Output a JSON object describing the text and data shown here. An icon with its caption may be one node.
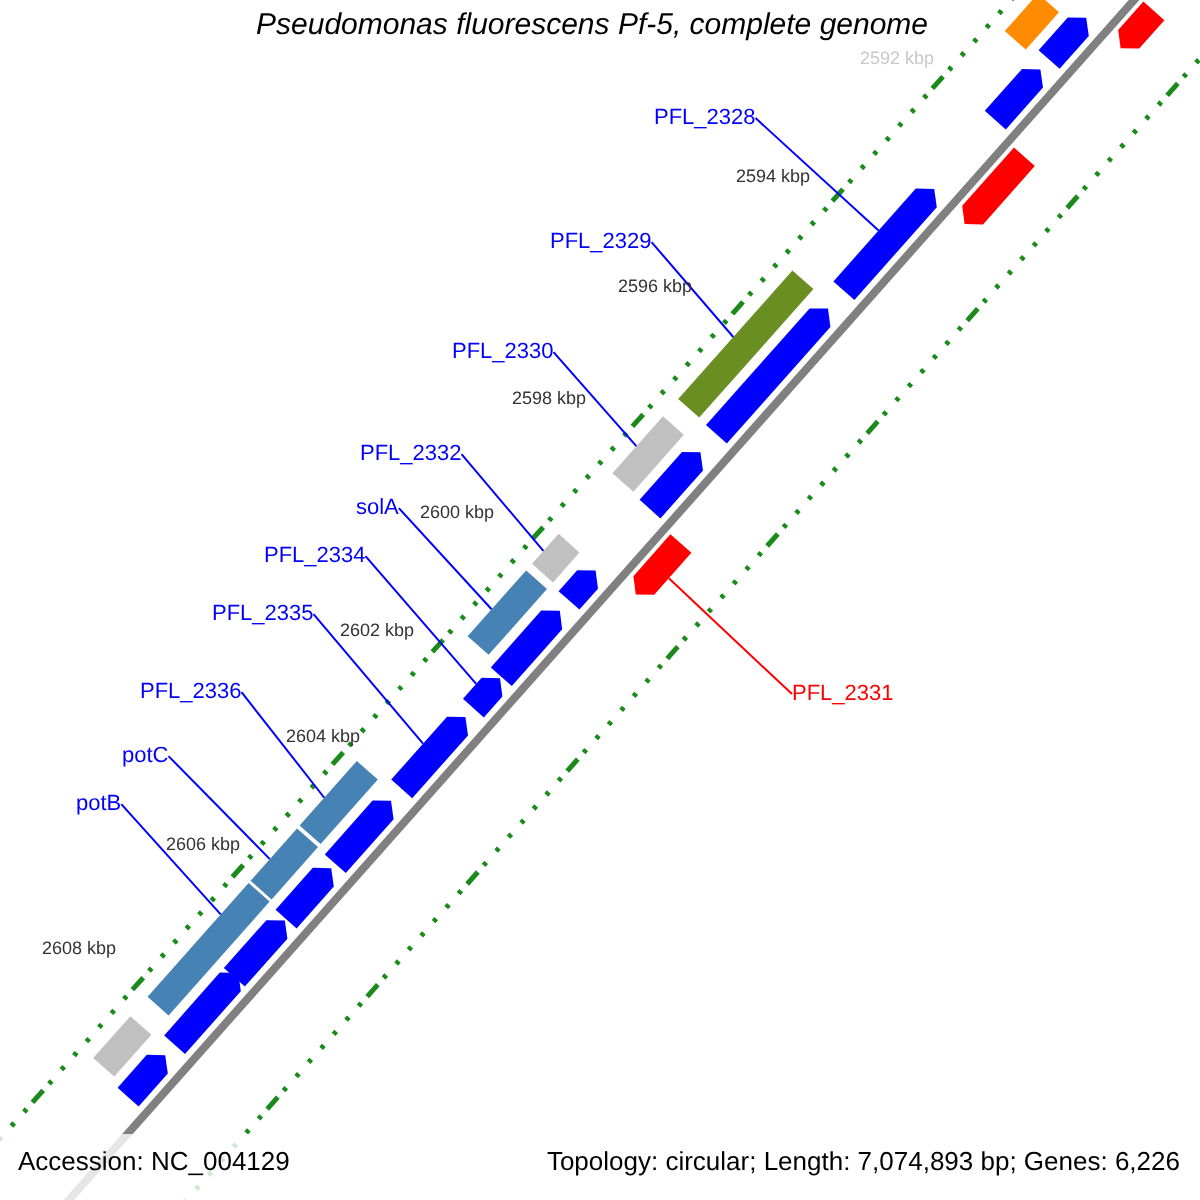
{
  "diagram": {
    "title": "Pseudomonas fluorescens Pf-5, complete genome",
    "nodes": [
      {
        "text": [
          "PFL_2328"
        ]
      },
      {
        "text": [
          "PFL_2329"
        ]
      },
      {
        "text": [
          "PFL_2330"
        ]
      },
      {
        "text": [
          "PFL_2332"
        ]
      },
      {
        "text": [
          "solA"
        ]
      },
      {
        "text": [
          "PFL_2334"
        ]
      },
      {
        "text": [
          "PFL_2335"
        ]
      },
      {
        "text": [
          "PFL_2336"
        ]
      },
      {
        "text": [
          "PFL_2331"
        ]
      },
      {
        "text": [
          "potC"
        ]
      },
      {
        "text": [
          "potB"
        ]
      },
      {
        "text": [],
        "shape": "arrow"
      },
      {
        "text": [],
        "shape": "arrow"
      },
      {
        "text": [],
        "shape": "arrow"
      },
      {
        "text": [],
        "shape": "arrow"
      },
      {
        "text": [],
        "shape": "arrow"
      },
      {
        "text": [],
        "shape": "arrow"
      },
      {
        "text": [],
        "shape": "arrow"
      },
      {
        "text": [],
        "shape": "arrow"
      },
      {
        "text": [],
        "shape": "arrow"
      },
      {
        "text": [],
        "shape": "arrow"
      },
      {
        "text": [],
        "shape": "arrow"
      }
    ],
    "edges": [
      {
        "from": 0,
        "to": 11,
        "arrow": "none"
      },
      {
        "from": 1,
        "to": 12,
        "arrow": "none"
      },
      {
        "from": 2,
        "to": 13,
        "arrow": "none"
      },
      {
        "from": 3,
        "to": 15,
        "arrow": "none"
      },
      {
        "from": 4,
        "to": 16,
        "arrow": "none"
      },
      {
        "from": 5,
        "to": 17,
        "arrow": "none"
      },
      {
        "from": 6,
        "to": 18,
        "arrow": "none"
      },
      {
        "from": 7,
        "to": 19,
        "arrow": "none"
      },
      {
        "from": 8,
        "to": 14,
        "arrow": "none",
        "color": "#ff0000"
      },
      {
        "from": 9,
        "to": 20,
        "arrow": "none"
      },
      {
        "from": 10,
        "to": 21,
        "arrow": "none"
      }
    ],
    "labels": [
      "2592 kbp",
      "2594 kbp",
      "2596 kbp",
      "2598 kbp",
      "2600 kbp",
      "2602 kbp",
      "2604 kbp",
      "2606 kbp",
      "2608 kbp",
      "Accession: NC_004129",
      "Topology: circular; Length: 7,074,893 bp; Genes: 6,226"
    ]
  }
}
